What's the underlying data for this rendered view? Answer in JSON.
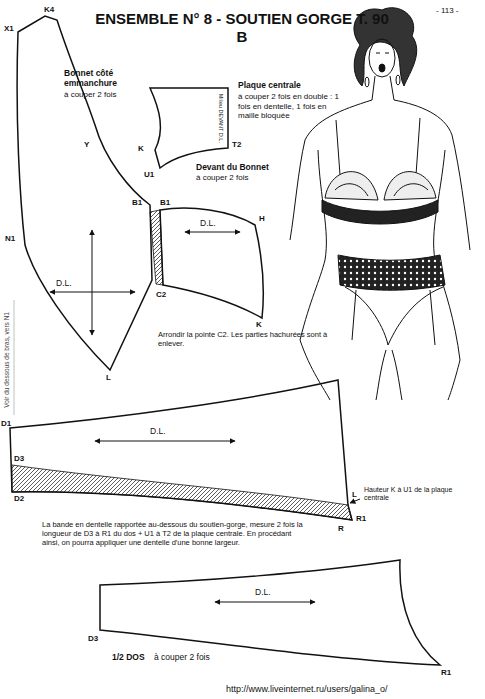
{
  "diagram": {
    "title": "ENSEMBLE N° 8 - SOUTIEN GORGE T. 90 B",
    "nodes": [
      {
        "text": [
          "Bonnet côté emmanchure",
          "à couper 2 fois",
          "D.L."
        ]
      },
      {
        "text": [
          "Plaque centrale",
          "à couper 2 fois en double : 1 fois en dentelle, 1 fois en maille bloquée",
          "Milieu DEVANT D.L."
        ]
      },
      {
        "text": [
          "Devant du Bonnet",
          "à couper 2 fois",
          "D.L."
        ]
      },
      {
        "text": [
          "D.L."
        ]
      },
      {
        "text": [
          "1/2 DOS",
          "à couper 2 fois",
          "D.L."
        ]
      }
    ],
    "labels": [
      "- 113 -",
      "K4",
      "X1",
      "Y",
      "N1",
      "B1",
      "C2",
      "L",
      "K",
      "U1",
      "T2",
      "B1",
      "H",
      "K",
      "Arrondir la pointe C2. Les parties hachurées sont à enlever.",
      "D1",
      "D3",
      "D2",
      "L",
      "R1",
      "R",
      "Hauteur K à U1 de la plaque centrale",
      "La bande en dentelle rapportée au-dessous du soutien-gorge, mesure 2 fois la longueur de D3 à R1 du dos + U1 à T2 de la plaque centrale. En procédant ainsi, on pourra appliquer une dentelle d'une bonne largeur.",
      "D3",
      "R1",
      "Voir du dessous de bras, vers N1",
      "http://www.liveinternet.ru/users/galina_o/"
    ]
  }
}
